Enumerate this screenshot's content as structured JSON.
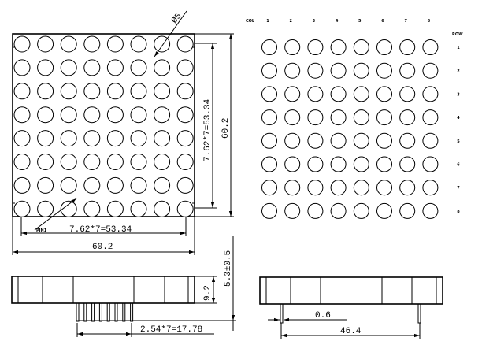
{
  "left_view": {
    "dim_width": "60.2",
    "dim_pitch_h": "7.62*7=53.34",
    "dim_height": "60.2",
    "dim_pitch_v": "7.62*7=53.34",
    "dim_diameter": "Ø5",
    "pin_marker": "PIN1"
  },
  "right_view": {
    "col_header": "COL",
    "row_header": "ROW",
    "col_numbers": [
      "1",
      "2",
      "3",
      "4",
      "5",
      "6",
      "7",
      "8"
    ],
    "row_numbers": [
      "1",
      "2",
      "3",
      "4",
      "5",
      "6",
      "7",
      "8"
    ]
  },
  "side_view": {
    "dim_pin_pitch": "2.54*7=17.78",
    "dim_body_height": "9.2",
    "dim_total_height": "5.3±0.5"
  },
  "end_view": {
    "dim_pin_diameter": "0.6",
    "dim_pin_row_width": "46.4"
  }
}
